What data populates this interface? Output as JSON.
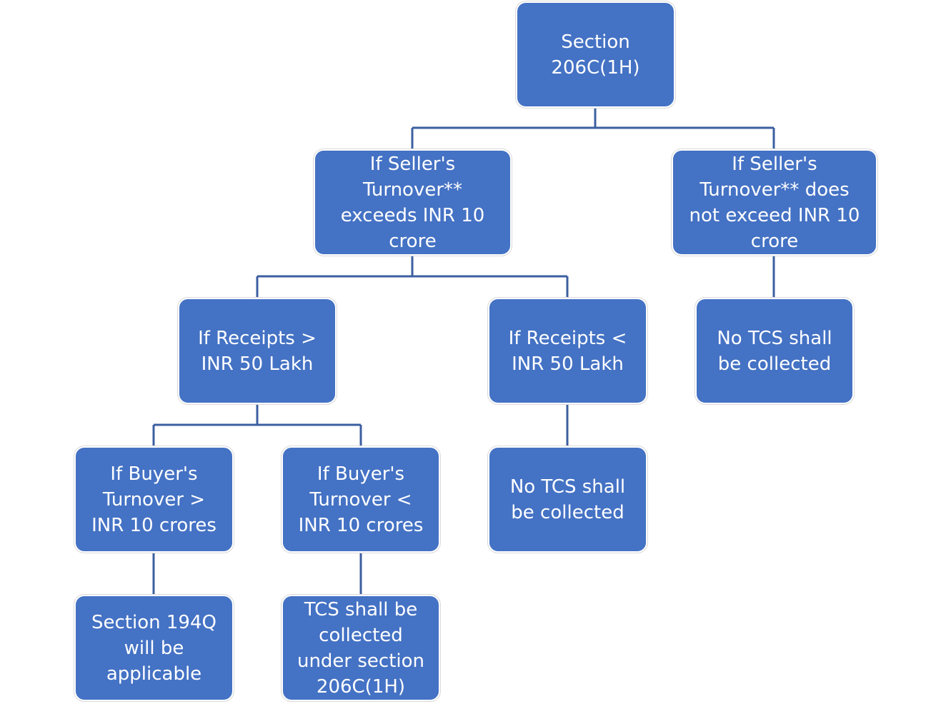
{
  "colors": {
    "node_fill": "#4472c4",
    "connector": "#3c5fa0",
    "node_text": "#ffffff"
  },
  "nodes": {
    "root": {
      "text": "Section\n206C(1H)"
    },
    "seller_exceeds": {
      "text": "If Seller's\nTurnover**\nexceeds INR 10\ncrore"
    },
    "seller_not_exceeds": {
      "text": "If Seller's\nTurnover** does\nnot exceed INR 10\ncrore"
    },
    "receipts_above": {
      "text": "If Receipts >\nINR 50 Lakh"
    },
    "receipts_below": {
      "text": "If Receipts <\nINR 50 Lakh"
    },
    "no_tcs_right": {
      "text": "No TCS shall\nbe collected"
    },
    "buyer_above": {
      "text": "If Buyer's\nTurnover >\nINR 10 crores"
    },
    "buyer_below": {
      "text": "If Buyer's\nTurnover <\nINR 10 crores"
    },
    "no_tcs_middle": {
      "text": "No TCS shall\nbe collected"
    },
    "section_194q": {
      "text": "Section 194Q\nwill be\napplicable"
    },
    "tcs_collected": {
      "text": "TCS shall be\ncollected\nunder section\n206C(1H)"
    }
  }
}
